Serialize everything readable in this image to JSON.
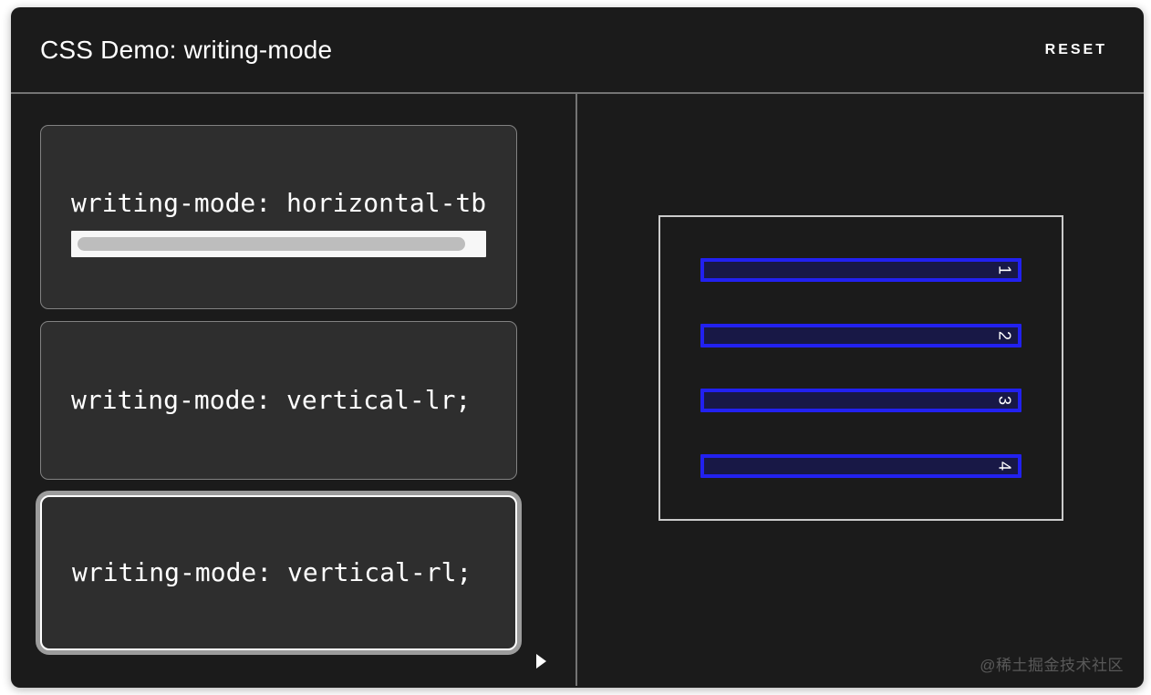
{
  "header": {
    "title": "CSS Demo: writing-mode",
    "reset_label": "RESET"
  },
  "choices": [
    {
      "code": "writing-mode: horizontal-tb",
      "selected": false,
      "overflow_scrollbar": true
    },
    {
      "code": "writing-mode: vertical-lr;",
      "selected": false
    },
    {
      "code": "writing-mode: vertical-rl;",
      "selected": true
    }
  ],
  "output": {
    "items": [
      "1",
      "2",
      "3",
      "4"
    ]
  },
  "watermark": "@稀土掘金技术社区",
  "colors": {
    "panel_background": "#1b1b1b",
    "card_background": "#2e2e2e",
    "divider_gray": "#747474",
    "bar_border_blue": "#2221f0",
    "bar_fill_navy": "#181846",
    "output_box_border": "#cbcbcb",
    "selected_ring_gray": "#9c9c9c",
    "scrollbar_track": "#f7f7f7",
    "scrollbar_thumb": "#bdbdbd"
  }
}
